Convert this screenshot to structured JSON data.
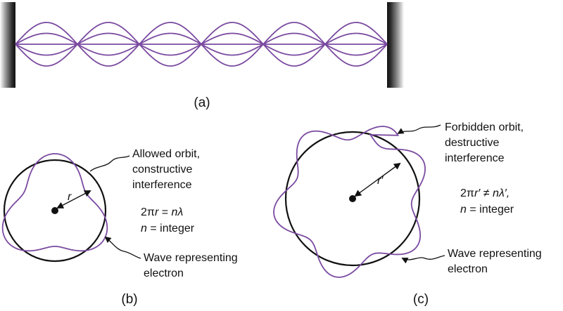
{
  "colors": {
    "wave": "#7a4aa0",
    "orbit": "#111111",
    "wall_dark": "#1a1a1a"
  },
  "panel_a": {
    "caption": "(a)",
    "antinodes": 6,
    "wave_shape": "standing wave between two fixed walls"
  },
  "panel_b": {
    "caption": "(b)",
    "orbit_label_line1": "Allowed orbit,",
    "orbit_label_line2": "constructive",
    "orbit_label_line3": "interference",
    "radius_label": "r",
    "eq1_part1": "2π",
    "eq1_r": "r",
    "eq1_part2": " = ",
    "eq1_n": "n",
    "eq1_lambda": "λ",
    "eq2_n": "n",
    "eq2_rest": " = integer",
    "wave_label_line1": "Wave representing",
    "wave_label_line2": "electron",
    "wave_cycles": 3
  },
  "panel_c": {
    "caption": "(c)",
    "orbit_label_line1": "Forbidden orbit,",
    "orbit_label_line2": "destructive",
    "orbit_label_line3": "interference",
    "radius_label": "r′",
    "eq1_part1": "2π",
    "eq1_r": "r′",
    "eq1_part2": " ≠ ",
    "eq1_n": "n",
    "eq1_lambda": "λ′,",
    "eq2_n": "n",
    "eq2_rest": " = integer",
    "wave_label_line1": "Wave representing",
    "wave_label_line2": "electron",
    "wave_cycles": 5.5
  }
}
